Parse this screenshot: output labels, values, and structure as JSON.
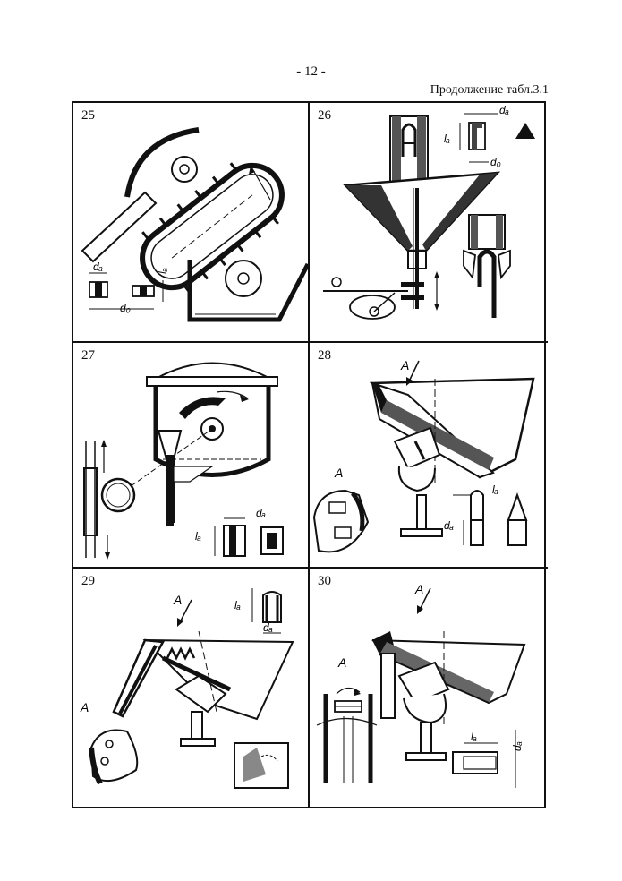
{
  "header": {
    "page_number": "- 12 -",
    "caption": "Продолжение табл.3.1"
  },
  "cells": [
    {
      "number": "25",
      "labels": {
        "d": "dₐ",
        "d0": "d₀",
        "l": "lₐ"
      }
    },
    {
      "number": "26",
      "labels": {
        "d": "dₐ",
        "d0": "d₀",
        "l": "lₐ"
      }
    },
    {
      "number": "27",
      "labels": {
        "d": "dₐ",
        "l": "lₐ"
      }
    },
    {
      "number": "28",
      "labels": {
        "view": "A",
        "view2": "A",
        "d": "dₐ",
        "l": "lₐ"
      }
    },
    {
      "number": "29",
      "labels": {
        "view": "A",
        "view2": "A",
        "d": "dₐ",
        "l": "lₐ"
      }
    },
    {
      "number": "30",
      "labels": {
        "view": "A",
        "view2": "A",
        "d": "dₐ",
        "l": "lₐ"
      }
    }
  ]
}
